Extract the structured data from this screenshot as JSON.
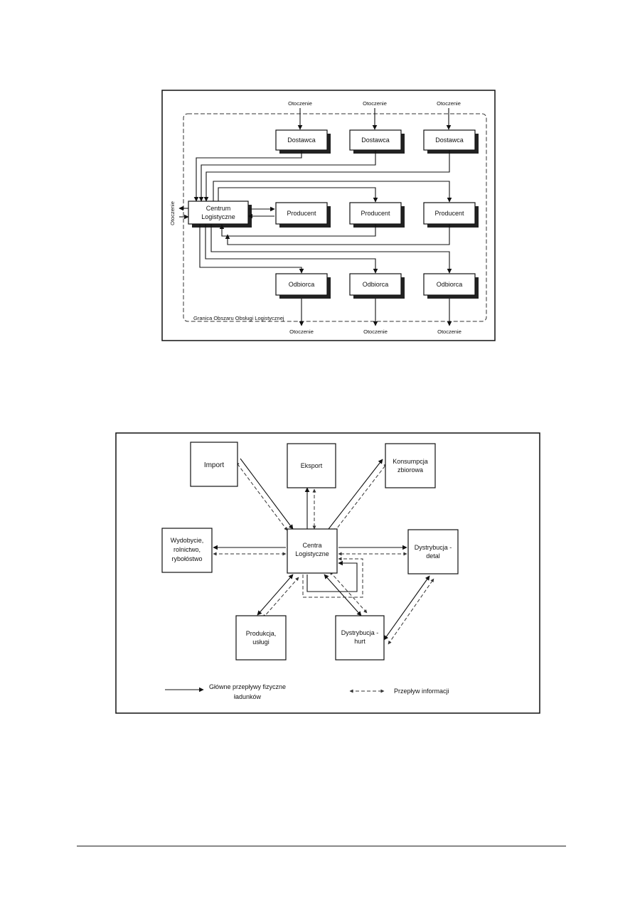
{
  "diagram1": {
    "environment": "Otoczenie",
    "suppliers": [
      "Dostawca",
      "Dostawca",
      "Dostawca"
    ],
    "producers": [
      "Producent",
      "Producent",
      "Producent"
    ],
    "center_line1": "Centrum",
    "center_line2": "Logistyczne",
    "receivers": [
      "Odbiorca",
      "Odbiorca",
      "Odbiorca"
    ],
    "boundary_label": "Granica Obszaru Obsługi Logistycznej"
  },
  "diagram2": {
    "import": "Import",
    "export": "Eksport",
    "consumption_line1": "Konsumpcja",
    "consumption_line2": "zbiorowa",
    "extraction_line1": "Wydobycie,",
    "extraction_line2": "rolnictwo,",
    "extraction_line3": "rybołóstwo",
    "center_line1": "Centra",
    "center_line2": "Logistyczne",
    "retail_line1": "Dystrybucja -",
    "retail_line2": "detal",
    "production_line1": "Produkcja,",
    "production_line2": "usługi",
    "wholesale_line1": "Dystrybucja -",
    "wholesale_line2": "hurt",
    "legend_physical_line1": "Główne przepływy fizyczne",
    "legend_physical_line2": "ładunków",
    "legend_info": "Przepływ informacji"
  }
}
